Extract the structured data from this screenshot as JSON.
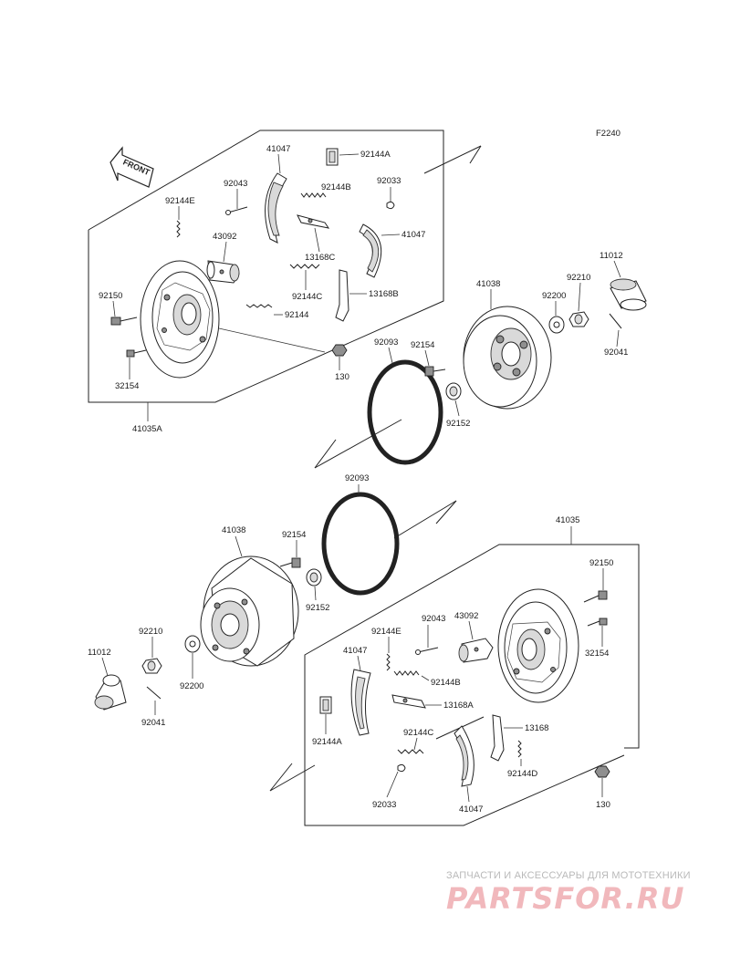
{
  "figure_code": "F2240",
  "front_arrow_label": "FRONT",
  "top_group": {
    "labels": {
      "p41047_a": "41047",
      "p92144A": "92144A",
      "p92043": "92043",
      "p92144B": "92144B",
      "p92033": "92033",
      "p92144E": "92144E",
      "p43092": "43092",
      "p13168C": "13168C",
      "p41047_b": "41047",
      "p92150": "92150",
      "p92144C": "92144C",
      "p13168B": "13168B",
      "p92144": "92144",
      "p32154": "32154",
      "p130": "130",
      "p41035A": "41035A"
    }
  },
  "top_right_group": {
    "labels": {
      "p41038": "41038",
      "p11012": "11012",
      "p92210": "92210",
      "p92200": "92200",
      "p92093": "92093",
      "p92154": "92154",
      "p92041": "92041",
      "p92152": "92152"
    }
  },
  "bottom_left_group": {
    "labels": {
      "p92093": "92093",
      "p41038": "41038",
      "p92154": "92154",
      "p92152": "92152",
      "p92210": "92210",
      "p11012": "11012",
      "p92200": "92200",
      "p92041": "92041"
    }
  },
  "bottom_group": {
    "labels": {
      "p41035": "41035",
      "p92150": "92150",
      "p92043": "92043",
      "p43092": "43092",
      "p92144E": "92144E",
      "p41047_a": "41047",
      "p32154": "32154",
      "p92144B": "92144B",
      "p13168A": "13168A",
      "p92144A": "92144A",
      "p92144C": "92144C",
      "p13168": "13168",
      "p92144D": "92144D",
      "p92033": "92033",
      "p41047_b": "41047",
      "p130": "130"
    }
  },
  "watermark": {
    "subtitle": "ЗАПЧАСТИ И АКСЕССУАРЫ ДЛЯ МОТОТЕХНИКИ",
    "brand": "PARTSFOR.RU"
  }
}
